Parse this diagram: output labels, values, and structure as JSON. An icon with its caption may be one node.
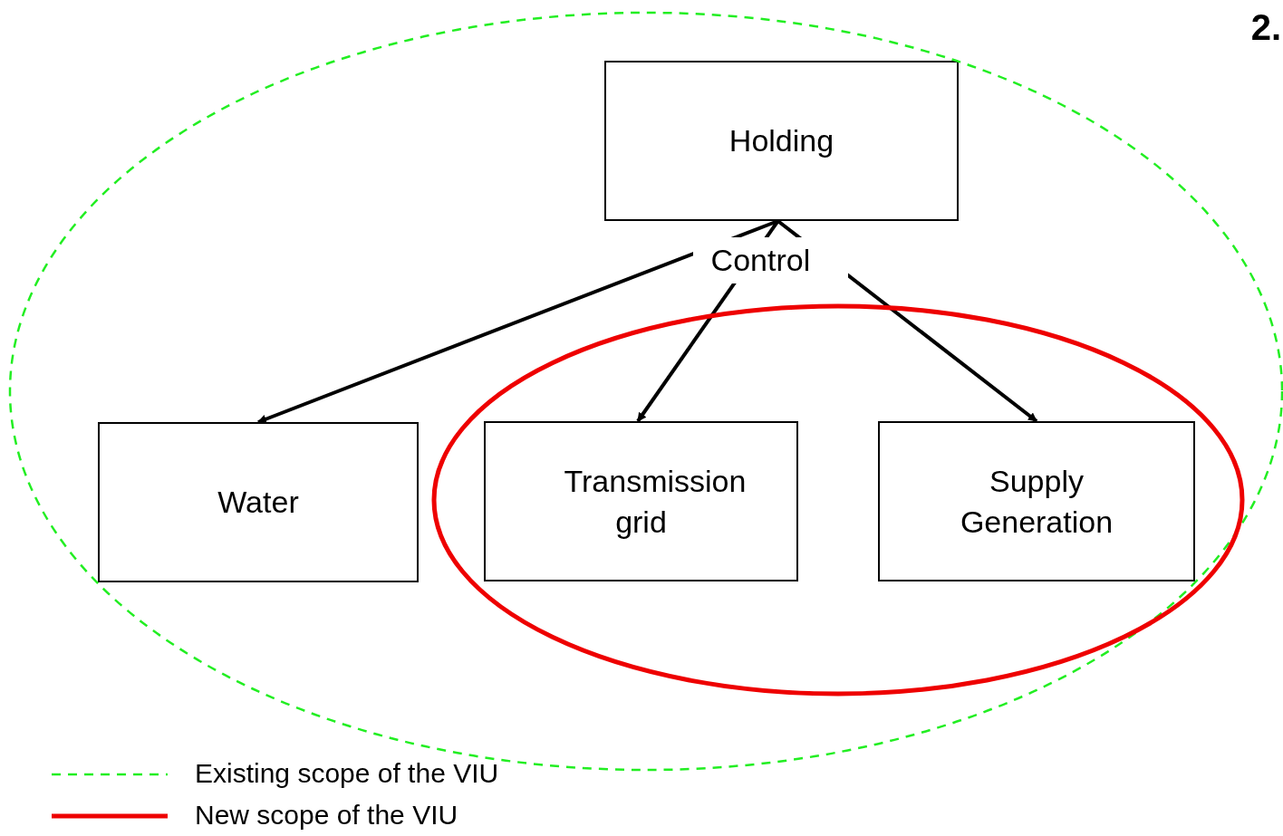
{
  "diagram": {
    "nodes": [
      {
        "text": [
          "Holding"
        ]
      },
      {
        "text": [
          "Water"
        ]
      },
      {
        "text": [
          "Transmission grid"
        ]
      },
      {
        "text": [
          "Supply Generation"
        ]
      }
    ],
    "edges": [
      {
        "from": 0,
        "to": 1,
        "arrow": "to"
      },
      {
        "from": 0,
        "to": 2,
        "arrow": "to",
        "label": "Control"
      },
      {
        "from": 0,
        "to": 3,
        "arrow": "to"
      }
    ],
    "labels": [
      "2."
    ],
    "legend": [
      {
        "text": "Existing scope of the VIU"
      },
      {
        "text": "New scope of the VIU"
      }
    ]
  }
}
